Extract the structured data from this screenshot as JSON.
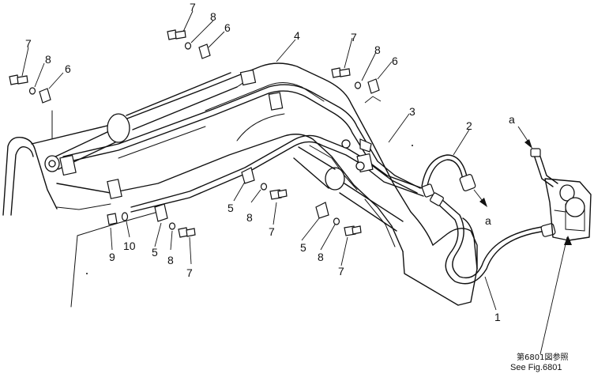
{
  "callouts": [
    {
      "id": "c7a",
      "text": "7"
    },
    {
      "id": "c8a",
      "text": "8"
    },
    {
      "id": "c6a",
      "text": "6"
    },
    {
      "id": "c7b",
      "text": "7"
    },
    {
      "id": "c8b",
      "text": "8"
    },
    {
      "id": "c6b",
      "text": "6"
    },
    {
      "id": "c4",
      "text": "4"
    },
    {
      "id": "c7c",
      "text": "7"
    },
    {
      "id": "c8c",
      "text": "8"
    },
    {
      "id": "c6c",
      "text": "6"
    },
    {
      "id": "c3",
      "text": "3"
    },
    {
      "id": "c2",
      "text": "2"
    },
    {
      "id": "c5a",
      "text": "5"
    },
    {
      "id": "c8d",
      "text": "8"
    },
    {
      "id": "c7d",
      "text": "7"
    },
    {
      "id": "c5b",
      "text": "5"
    },
    {
      "id": "c8e",
      "text": "8"
    },
    {
      "id": "c7e",
      "text": "7"
    },
    {
      "id": "c9",
      "text": "9"
    },
    {
      "id": "c10",
      "text": "10"
    },
    {
      "id": "c5c",
      "text": "5"
    },
    {
      "id": "c8f",
      "text": "8"
    },
    {
      "id": "c7f",
      "text": "7"
    },
    {
      "id": "c1",
      "text": "1"
    }
  ],
  "markers": {
    "a_top": "a",
    "a_mid": "a"
  },
  "reference": {
    "japanese": "第6801図参照",
    "english": "See Fig.6801"
  }
}
